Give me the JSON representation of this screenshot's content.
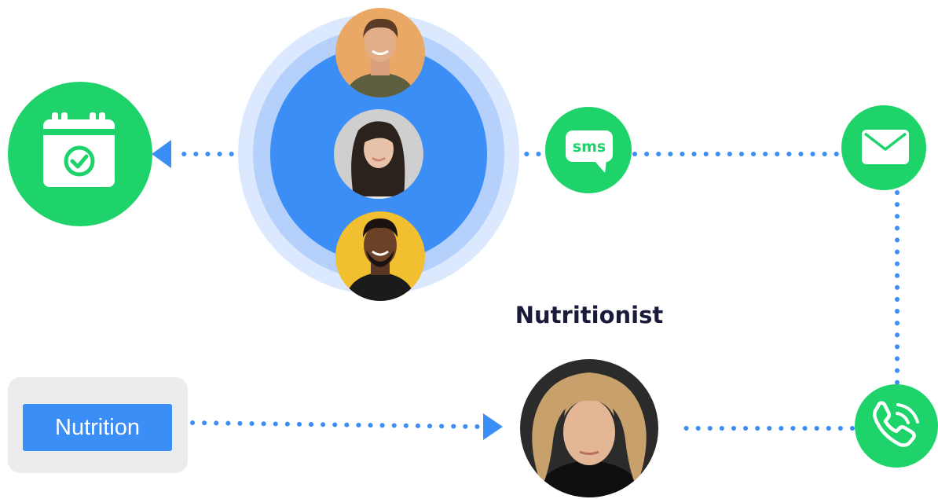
{
  "diagram": {
    "role_title": "Nutritionist",
    "filter_button_label": "Nutrition",
    "sms_label": "sms",
    "colors": {
      "green": "#1fd36b",
      "blue": "#3b8ef5",
      "blue_ring_outer": "#dbe8fd",
      "blue_ring_mid": "#b4d0fb",
      "panel_gray": "#ececee",
      "title_dark": "#1a1a3a"
    },
    "icons": [
      "calendar-check-icon",
      "sms-bubble-icon",
      "mail-envelope-icon",
      "phone-call-icon",
      "male-avatar",
      "female-avatar",
      "male-avatar-2",
      "nutritionist-avatar"
    ]
  }
}
